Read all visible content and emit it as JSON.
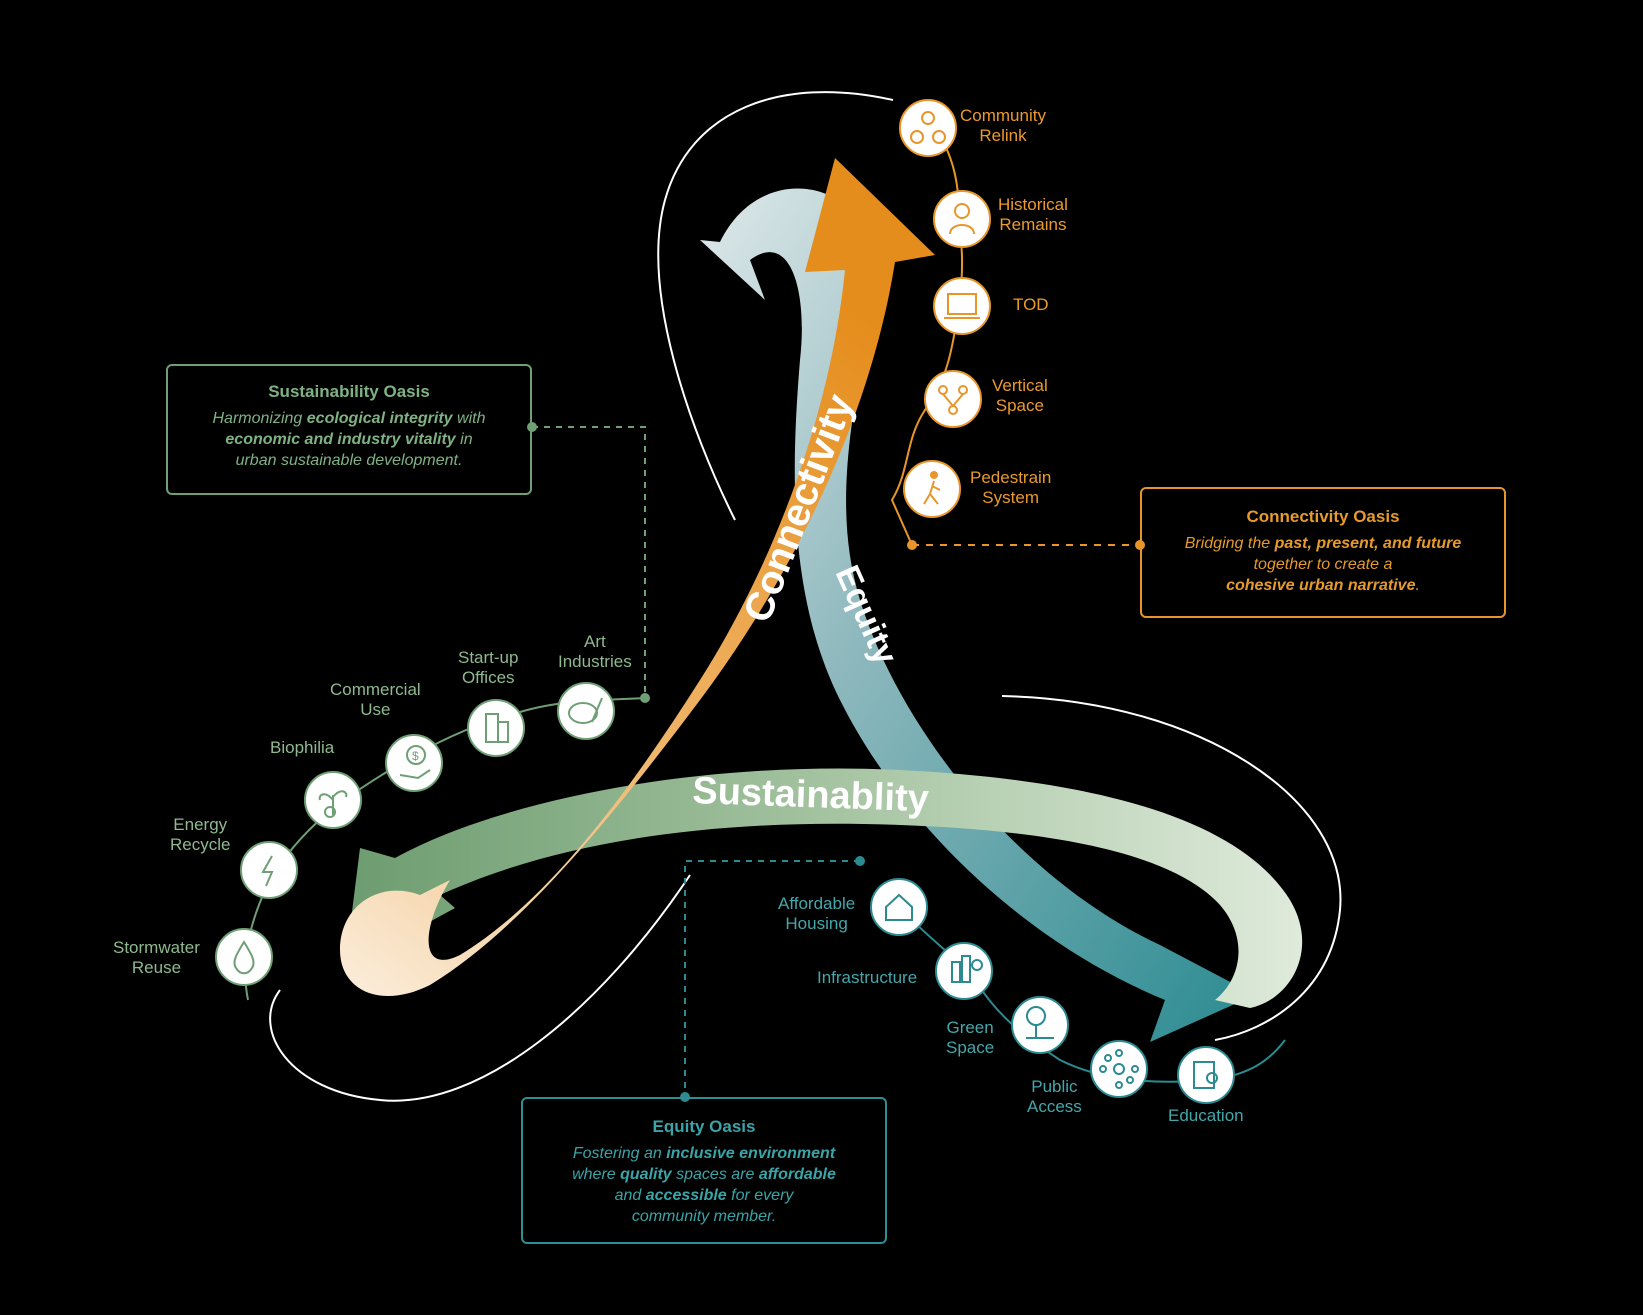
{
  "ribbons": {
    "connectivity": "Connectivity",
    "equity": "Equity",
    "sustainability": "Sustainablity"
  },
  "sustainability_oasis": {
    "title": "Sustainability Oasis",
    "line1_a": "Harmonizing ",
    "line1_b": "ecological integrity",
    "line1_c": " with",
    "line2_a": "economic and industry vitality",
    "line2_b": " in",
    "line3": "urban sustainable development."
  },
  "connectivity_oasis": {
    "title": "Connectivity Oasis",
    "line1_a": "Bridging the ",
    "line1_b": "past, present, and future",
    "line2": "together to create a",
    "line3_b": "cohesive urban narrative",
    "line3_c": "."
  },
  "equity_oasis": {
    "title": "Equity Oasis",
    "line1_a": "Fostering an ",
    "line1_b": "inclusive environment",
    "line2_a": "where ",
    "line2_b": "quality",
    "line2_c": " spaces are ",
    "line2_d": "affordable",
    "line3_a": "and ",
    "line3_b": "accessible",
    "line3_c": " for every",
    "line4": "community member."
  },
  "connectivity_items": [
    {
      "l1": "Community",
      "l2": "Relink",
      "icon": "community-icon"
    },
    {
      "l1": "Historical",
      "l2": "Remains",
      "icon": "historical-figure-icon"
    },
    {
      "l1": "TOD",
      "l2": "",
      "icon": "transit-icon"
    },
    {
      "l1": "Vertical",
      "l2": "Space",
      "icon": "vertical-space-icon"
    },
    {
      "l1": "Pedestrain",
      "l2": "System",
      "icon": "pedestrian-icon"
    }
  ],
  "sustainability_items": [
    {
      "l1": "Art",
      "l2": "Industries",
      "icon": "palette-icon"
    },
    {
      "l1": "Start-up",
      "l2": "Offices",
      "icon": "office-building-icon"
    },
    {
      "l1": "Commercial",
      "l2": "Use",
      "icon": "money-hand-icon"
    },
    {
      "l1": "Biophilia",
      "l2": "",
      "icon": "sprout-icon"
    },
    {
      "l1": "Energy",
      "l2": "Recycle",
      "icon": "energy-icon"
    },
    {
      "l1": "Stormwater",
      "l2": "Reuse",
      "icon": "water-drop-icon"
    }
  ],
  "equity_items": [
    {
      "l1": "Affordable",
      "l2": "Housing",
      "icon": "house-hands-icon"
    },
    {
      "l1": "Infrastructure",
      "l2": "",
      "icon": "infrastructure-icon"
    },
    {
      "l1": "Green",
      "l2": "Space",
      "icon": "tree-icon"
    },
    {
      "l1": "Public",
      "l2": "Access",
      "icon": "network-icon"
    },
    {
      "l1": "Education",
      "l2": "",
      "icon": "book-icon"
    }
  ],
  "colors": {
    "connectivity": "#e8962a",
    "equity": "#2c8b90",
    "sustainability": "#6f9f74",
    "background": "#000000"
  }
}
